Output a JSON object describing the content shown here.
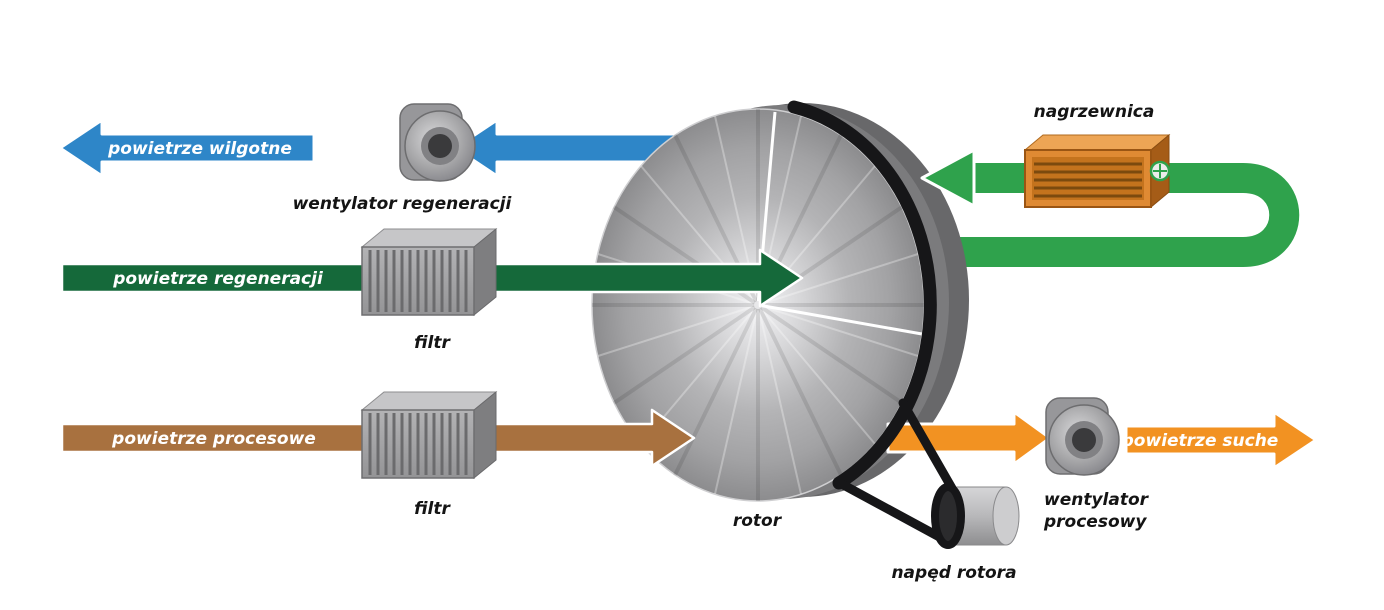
{
  "diagram": {
    "background": "#ffffff",
    "flows": {
      "humid_air": {
        "label": "powietrze wilgotne",
        "color": "#2e86c8"
      },
      "regeneration_air": {
        "label": "powietrze regeneracji",
        "color": "#15693a"
      },
      "regeneration_loop": {
        "color": "#2fa24c"
      },
      "process_air": {
        "label": "powietrze procesowe",
        "color": "#a8713f"
      },
      "dry_air": {
        "label": "powietrze suche",
        "color": "#f29222"
      }
    },
    "components": {
      "regeneration_fan": {
        "label": "wentylator regeneracji"
      },
      "filter_regeneration": {
        "label": "filtr"
      },
      "filter_process": {
        "label": "filtr"
      },
      "rotor": {
        "label": "rotor"
      },
      "rotor_drive": {
        "label": "napęd rotora"
      },
      "heater": {
        "label": "nagrzewnica",
        "color": "#df8a33"
      },
      "process_fan": {
        "label_line1": "wentylator",
        "label_line2": "procesowy"
      }
    }
  }
}
